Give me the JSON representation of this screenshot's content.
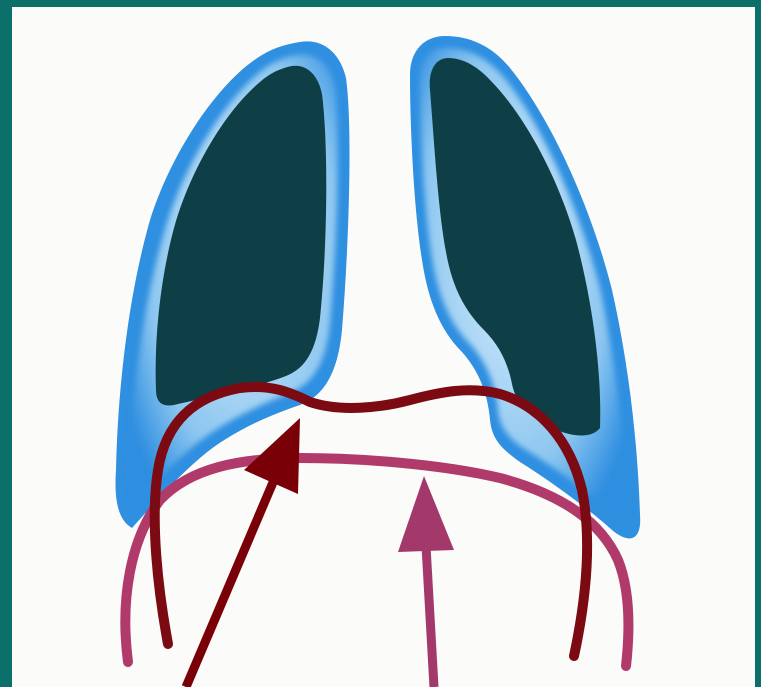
{
  "diagram": {
    "colors": {
      "frame": "#0b6f6a",
      "background": "#fbfbfa",
      "lung_outer": "#2f8fe0",
      "lung_glow": "#bfe0f7",
      "lung_inner": "#0f3f46",
      "curve_dark": "#7b0a12",
      "curve_light": "#b03a6a",
      "arrow_dark": "#7a0008",
      "arrow_light": "#a3386a"
    },
    "parts": [
      "left-lung",
      "right-lung",
      "inner-diaphragm-curve",
      "outer-diaphragm-curve",
      "dark-arrow",
      "pink-arrow"
    ]
  }
}
